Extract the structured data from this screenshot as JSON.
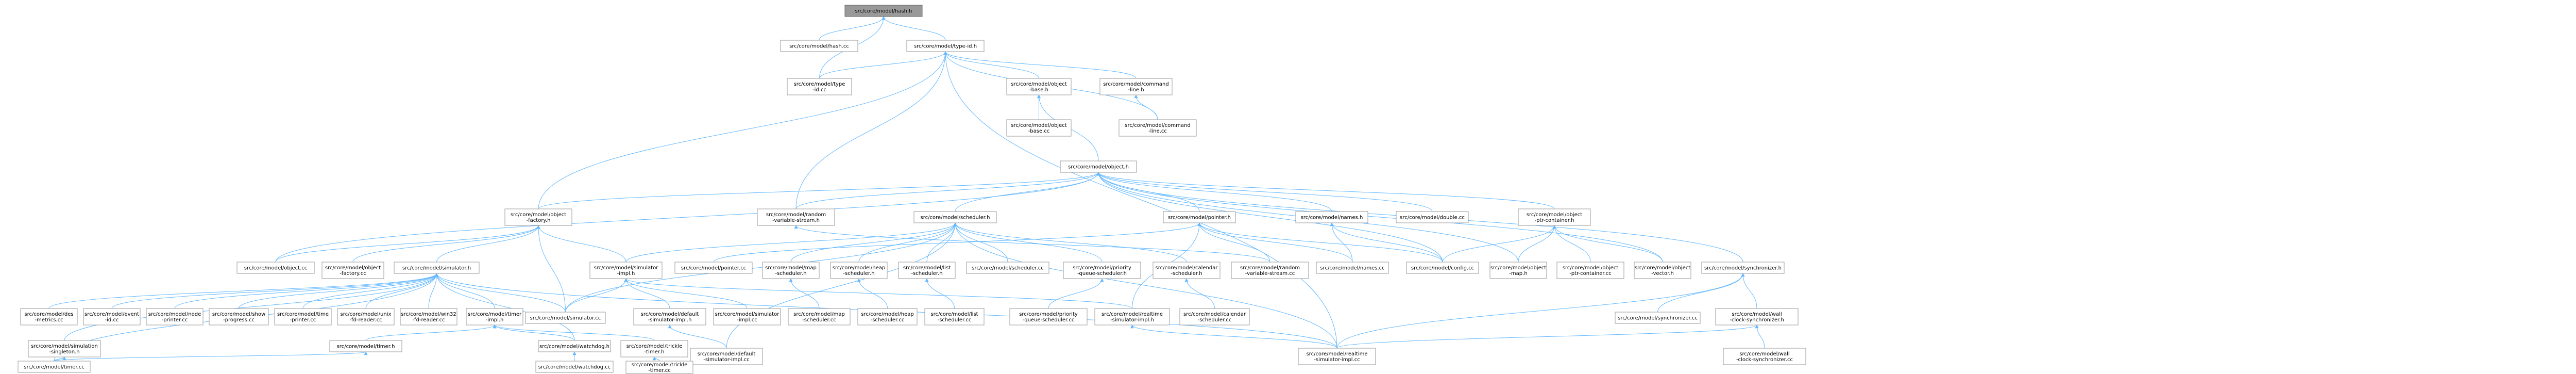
{
  "diagram": {
    "type": "include-dependency-graph",
    "colors": {
      "edge": "#63b8ff",
      "node_border": "#999999",
      "root_fill": "#999999",
      "background": "#ffffff"
    },
    "nodes": [
      {
        "id": "hash_h",
        "lines": [
          "src/core/model/hash.h"
        ],
        "root": true
      },
      {
        "id": "hash_cc",
        "lines": [
          "src/core/model/hash.cc"
        ]
      },
      {
        "id": "type_id_h",
        "lines": [
          "src/core/model/type-id.h"
        ]
      },
      {
        "id": "type_id_cc",
        "lines": [
          "src/core/model/type",
          "-id.cc"
        ]
      },
      {
        "id": "object_base_h",
        "lines": [
          "src/core/model/object",
          "-base.h"
        ]
      },
      {
        "id": "command_line_h",
        "lines": [
          "src/core/model/command",
          "-line.h"
        ]
      },
      {
        "id": "object_base_cc",
        "lines": [
          "src/core/model/object",
          "-base.cc"
        ]
      },
      {
        "id": "command_line_cc",
        "lines": [
          "src/core/model/command",
          "-line.cc"
        ]
      },
      {
        "id": "object_h",
        "lines": [
          "src/core/model/object.h"
        ]
      },
      {
        "id": "object_factory_h",
        "lines": [
          "src/core/model/object",
          "-factory.h"
        ]
      },
      {
        "id": "random_variable_stream_h",
        "lines": [
          "src/core/model/random",
          "-variable-stream.h"
        ]
      },
      {
        "id": "scheduler_h",
        "lines": [
          "src/core/model/scheduler.h"
        ]
      },
      {
        "id": "pointer_h",
        "lines": [
          "src/core/model/pointer.h"
        ]
      },
      {
        "id": "names_h",
        "lines": [
          "src/core/model/names.h"
        ]
      },
      {
        "id": "double_cc",
        "lines": [
          "src/core/model/double.cc"
        ]
      },
      {
        "id": "object_ptr_container_h",
        "lines": [
          "src/core/model/object",
          "-ptr-container.h"
        ]
      },
      {
        "id": "object_cc",
        "lines": [
          "src/core/model/object.cc"
        ]
      },
      {
        "id": "object_factory_cc",
        "lines": [
          "src/core/model/object",
          "-factory.cc"
        ]
      },
      {
        "id": "simulator_h",
        "lines": [
          "src/core/model/simulator.h"
        ]
      },
      {
        "id": "simulator_impl_h",
        "lines": [
          "src/core/model/simulator",
          "-impl.h"
        ]
      },
      {
        "id": "pointer_cc",
        "lines": [
          "src/core/model/pointer.cc"
        ]
      },
      {
        "id": "map_scheduler_h",
        "lines": [
          "src/core/model/map",
          "-scheduler.h"
        ]
      },
      {
        "id": "heap_scheduler_h",
        "lines": [
          "src/core/model/heap",
          "-scheduler.h"
        ]
      },
      {
        "id": "list_scheduler_h",
        "lines": [
          "src/core/model/list",
          "-scheduler.h"
        ]
      },
      {
        "id": "scheduler_cc",
        "lines": [
          "src/core/model/scheduler.cc"
        ]
      },
      {
        "id": "priority_queue_scheduler_h",
        "lines": [
          "src/core/model/priority",
          "-queue-scheduler.h"
        ]
      },
      {
        "id": "calendar_scheduler_h",
        "lines": [
          "src/core/model/calendar",
          "-scheduler.h"
        ]
      },
      {
        "id": "random_variable_stream_cc",
        "lines": [
          "src/core/model/random",
          "-variable-stream.cc"
        ]
      },
      {
        "id": "names_cc",
        "lines": [
          "src/core/model/names.cc"
        ]
      },
      {
        "id": "config_cc",
        "lines": [
          "src/core/model/config.cc"
        ]
      },
      {
        "id": "object_map_h",
        "lines": [
          "src/core/model/object",
          "-map.h"
        ]
      },
      {
        "id": "object_ptr_container_cc",
        "lines": [
          "src/core/model/object",
          "-ptr-container.cc"
        ]
      },
      {
        "id": "object_vector_h",
        "lines": [
          "src/core/model/object",
          "-vector.h"
        ]
      },
      {
        "id": "synchronizer_h",
        "lines": [
          "src/core/model/synchronizer.h"
        ]
      },
      {
        "id": "des_metrics_cc",
        "lines": [
          "src/core/model/des",
          "-metrics.cc"
        ]
      },
      {
        "id": "event_id_cc",
        "lines": [
          "src/core/model/event",
          "-id.cc"
        ]
      },
      {
        "id": "node_printer_cc",
        "lines": [
          "src/core/model/node",
          "-printer.cc"
        ]
      },
      {
        "id": "show_progress_cc",
        "lines": [
          "src/core/model/show",
          "-progress.cc"
        ]
      },
      {
        "id": "time_printer_cc",
        "lines": [
          "src/core/model/time",
          "-printer.cc"
        ]
      },
      {
        "id": "unix_fd_reader_cc",
        "lines": [
          "src/core/model/unix",
          "-fd-reader.cc"
        ]
      },
      {
        "id": "win32_fd_reader_cc",
        "lines": [
          "src/core/model/win32",
          "-fd-reader.cc"
        ]
      },
      {
        "id": "timer_impl_h",
        "lines": [
          "src/core/model/timer",
          "-impl.h"
        ]
      },
      {
        "id": "simulator_cc",
        "lines": [
          "src/core/model/simulator.cc"
        ]
      },
      {
        "id": "default_simulator_impl_h",
        "lines": [
          "src/core/model/default",
          "-simulator-impl.h"
        ]
      },
      {
        "id": "simulator_impl_cc",
        "lines": [
          "src/core/model/simulator",
          "-impl.cc"
        ]
      },
      {
        "id": "map_scheduler_cc",
        "lines": [
          "src/core/model/map",
          "-scheduler.cc"
        ]
      },
      {
        "id": "heap_scheduler_cc",
        "lines": [
          "src/core/model/heap",
          "-scheduler.cc"
        ]
      },
      {
        "id": "list_scheduler_cc",
        "lines": [
          "src/core/model/list",
          "-scheduler.cc"
        ]
      },
      {
        "id": "priority_queue_scheduler_cc",
        "lines": [
          "src/core/model/priority",
          "-queue-scheduler.cc"
        ]
      },
      {
        "id": "realtime_simulator_impl_h",
        "lines": [
          "src/core/model/realtime",
          "-simulator-impl.h"
        ]
      },
      {
        "id": "calendar_scheduler_cc",
        "lines": [
          "src/core/model/calendar",
          "-scheduler.cc"
        ]
      },
      {
        "id": "synchronizer_cc",
        "lines": [
          "src/core/model/synchronizer.cc"
        ]
      },
      {
        "id": "wall_clock_synchronizer_h",
        "lines": [
          "src/core/model/wall",
          "-clock-synchronizer.h"
        ]
      },
      {
        "id": "simulation_singleton_h",
        "lines": [
          "src/core/model/simulation",
          "-singleton.h"
        ]
      },
      {
        "id": "timer_h",
        "lines": [
          "src/core/model/timer.h"
        ]
      },
      {
        "id": "watchdog_h",
        "lines": [
          "src/core/model/watchdog.h"
        ]
      },
      {
        "id": "trickle_timer_h",
        "lines": [
          "src/core/model/trickle",
          "-timer.h"
        ]
      },
      {
        "id": "default_simulator_impl_cc",
        "lines": [
          "src/core/model/default",
          "-simulator-impl.cc"
        ]
      },
      {
        "id": "realtime_simulator_impl_cc",
        "lines": [
          "src/core/model/realtime",
          "-simulator-impl.cc"
        ]
      },
      {
        "id": "wall_clock_synchronizer_cc",
        "lines": [
          "src/core/model/wall",
          "-clock-synchronizer.cc"
        ]
      },
      {
        "id": "timer_cc",
        "lines": [
          "src/core/model/timer.cc"
        ]
      },
      {
        "id": "watchdog_cc",
        "lines": [
          "src/core/model/watchdog.cc"
        ]
      },
      {
        "id": "trickle_timer_cc",
        "lines": [
          "src/core/model/trickle",
          "-timer.cc"
        ]
      }
    ],
    "edges": [
      [
        "hash_h",
        "hash_cc"
      ],
      [
        "hash_h",
        "type_id_h"
      ],
      [
        "hash_h",
        "type_id_cc"
      ],
      [
        "type_id_h",
        "type_id_cc"
      ],
      [
        "type_id_h",
        "object_base_h"
      ],
      [
        "type_id_h",
        "command_line_h"
      ],
      [
        "type_id_h",
        "command_line_cc"
      ],
      [
        "type_id_h",
        "object_factory_h"
      ],
      [
        "type_id_h",
        "random_variable_stream_h"
      ],
      [
        "type_id_h",
        "realtime_simulator_impl_cc"
      ],
      [
        "object_base_h",
        "object_base_cc"
      ],
      [
        "object_base_h",
        "object_h"
      ],
      [
        "command_line_h",
        "command_line_cc"
      ],
      [
        "object_h",
        "object_factory_h"
      ],
      [
        "object_h",
        "random_variable_stream_h"
      ],
      [
        "object_h",
        "scheduler_h"
      ],
      [
        "object_h",
        "pointer_h"
      ],
      [
        "object_h",
        "names_h"
      ],
      [
        "object_h",
        "double_cc"
      ],
      [
        "object_h",
        "object_ptr_container_h"
      ],
      [
        "object_h",
        "object_cc"
      ],
      [
        "object_h",
        "config_cc"
      ],
      [
        "object_h",
        "synchronizer_h"
      ],
      [
        "object_h",
        "object_map_h"
      ],
      [
        "object_h",
        "object_vector_h"
      ],
      [
        "object_factory_h",
        "object_cc"
      ],
      [
        "object_factory_h",
        "object_factory_cc"
      ],
      [
        "object_factory_h",
        "simulator_h"
      ],
      [
        "object_factory_h",
        "simulator_cc"
      ],
      [
        "object_factory_h",
        "simulator_impl_h"
      ],
      [
        "random_variable_stream_h",
        "random_variable_stream_cc"
      ],
      [
        "scheduler_h",
        "simulator_impl_h"
      ],
      [
        "scheduler_h",
        "map_scheduler_h"
      ],
      [
        "scheduler_h",
        "heap_scheduler_h"
      ],
      [
        "scheduler_h",
        "list_scheduler_h"
      ],
      [
        "scheduler_h",
        "scheduler_cc"
      ],
      [
        "scheduler_h",
        "priority_queue_scheduler_h"
      ],
      [
        "scheduler_h",
        "calendar_scheduler_h"
      ],
      [
        "scheduler_h",
        "simulator_cc"
      ],
      [
        "scheduler_h",
        "default_simulator_impl_cc"
      ],
      [
        "scheduler_h",
        "realtime_simulator_impl_cc"
      ],
      [
        "pointer_h",
        "pointer_cc"
      ],
      [
        "pointer_h",
        "random_variable_stream_cc"
      ],
      [
        "pointer_h",
        "names_cc"
      ],
      [
        "pointer_h",
        "config_cc"
      ],
      [
        "pointer_h",
        "realtime_simulator_impl_h"
      ],
      [
        "names_h",
        "names_cc"
      ],
      [
        "names_h",
        "config_cc"
      ],
      [
        "object_ptr_container_h",
        "object_map_h"
      ],
      [
        "object_ptr_container_h",
        "object_ptr_container_cc"
      ],
      [
        "object_ptr_container_h",
        "object_vector_h"
      ],
      [
        "object_ptr_container_h",
        "config_cc"
      ],
      [
        "simulator_h",
        "des_metrics_cc"
      ],
      [
        "simulator_h",
        "event_id_cc"
      ],
      [
        "simulator_h",
        "node_printer_cc"
      ],
      [
        "simulator_h",
        "show_progress_cc"
      ],
      [
        "simulator_h",
        "time_printer_cc"
      ],
      [
        "simulator_h",
        "unix_fd_reader_cc"
      ],
      [
        "simulator_h",
        "win32_fd_reader_cc"
      ],
      [
        "simulator_h",
        "timer_impl_h"
      ],
      [
        "simulator_h",
        "simulator_cc"
      ],
      [
        "simulator_h",
        "simulation_singleton_h"
      ],
      [
        "simulator_h",
        "timer_cc"
      ],
      [
        "simulator_h",
        "watchdog_h"
      ],
      [
        "simulator_h",
        "realtime_simulator_impl_cc"
      ],
      [
        "simulator_impl_h",
        "simulator_cc"
      ],
      [
        "simulator_impl_h",
        "default_simulator_impl_h"
      ],
      [
        "simulator_impl_h",
        "simulator_impl_cc"
      ],
      [
        "simulator_impl_h",
        "realtime_simulator_impl_h"
      ],
      [
        "map_scheduler_h",
        "map_scheduler_cc"
      ],
      [
        "heap_scheduler_h",
        "heap_scheduler_cc"
      ],
      [
        "list_scheduler_h",
        "list_scheduler_cc"
      ],
      [
        "priority_queue_scheduler_h",
        "priority_queue_scheduler_cc"
      ],
      [
        "calendar_scheduler_h",
        "calendar_scheduler_cc"
      ],
      [
        "timer_impl_h",
        "timer_h"
      ],
      [
        "timer_impl_h",
        "watchdog_h"
      ],
      [
        "timer_impl_h",
        "trickle_timer_h"
      ],
      [
        "default_simulator_impl_h",
        "default_simulator_impl_cc"
      ],
      [
        "realtime_simulator_impl_h",
        "realtime_simulator_impl_cc"
      ],
      [
        "synchronizer_h",
        "synchronizer_cc"
      ],
      [
        "synchronizer_h",
        "wall_clock_synchronizer_h"
      ],
      [
        "synchronizer_h",
        "realtime_simulator_impl_cc"
      ],
      [
        "wall_clock_synchronizer_h",
        "wall_clock_synchronizer_cc"
      ],
      [
        "wall_clock_synchronizer_h",
        "realtime_simulator_impl_cc"
      ],
      [
        "simulation_singleton_h",
        "timer_cc"
      ],
      [
        "timer_h",
        "timer_cc"
      ],
      [
        "watchdog_h",
        "watchdog_cc"
      ],
      [
        "trickle_timer_h",
        "trickle_timer_cc"
      ]
    ]
  }
}
